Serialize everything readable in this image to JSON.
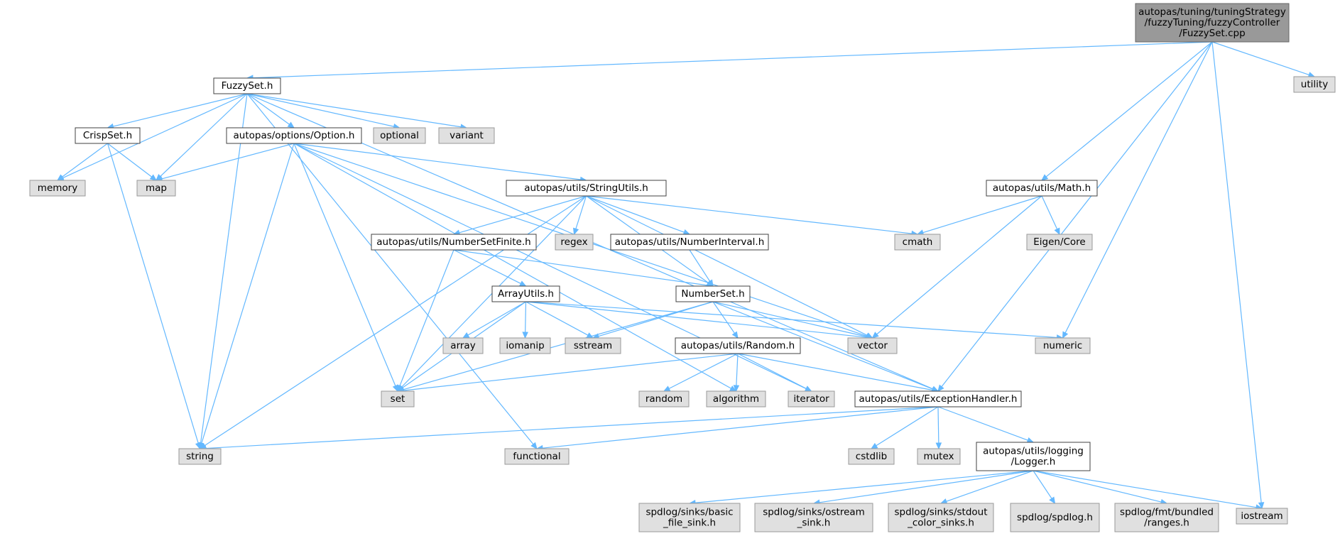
{
  "graph": {
    "title": "autopas/tuning/tuningStrategy/fuzzyTuning/fuzzyController/FuzzySet.cpp include dependency graph",
    "colors": {
      "edge": "#63b8ff",
      "root_fill": "#999999",
      "local_fill": "#ffffff",
      "system_fill": "#e0e0e0"
    },
    "nodes": [
      {
        "id": "root",
        "kind": "root",
        "lines": [
          "autopas/tuning/tuningStrategy",
          "/fuzzyTuning/fuzzyController",
          "/FuzzySet.cpp"
        ]
      },
      {
        "id": "fuzzyset_h",
        "kind": "local",
        "lines": [
          "FuzzySet.h"
        ]
      },
      {
        "id": "utility",
        "kind": "system",
        "lines": [
          "utility"
        ]
      },
      {
        "id": "crispset_h",
        "kind": "local",
        "lines": [
          "CrispSet.h"
        ]
      },
      {
        "id": "option_h",
        "kind": "local",
        "lines": [
          "autopas/options/Option.h"
        ]
      },
      {
        "id": "optional",
        "kind": "system",
        "lines": [
          "optional"
        ]
      },
      {
        "id": "variant",
        "kind": "system",
        "lines": [
          "variant"
        ]
      },
      {
        "id": "memory",
        "kind": "system",
        "lines": [
          "memory"
        ]
      },
      {
        "id": "map",
        "kind": "system",
        "lines": [
          "map"
        ]
      },
      {
        "id": "stringutils_h",
        "kind": "local",
        "lines": [
          "autopas/utils/StringUtils.h"
        ]
      },
      {
        "id": "math_h",
        "kind": "local",
        "lines": [
          "autopas/utils/Math.h"
        ]
      },
      {
        "id": "numbersetfinite_h",
        "kind": "local",
        "lines": [
          "autopas/utils/NumberSetFinite.h"
        ]
      },
      {
        "id": "regex",
        "kind": "system",
        "lines": [
          "regex"
        ]
      },
      {
        "id": "numberinterval_h",
        "kind": "local",
        "lines": [
          "autopas/utils/NumberInterval.h"
        ]
      },
      {
        "id": "cmath",
        "kind": "system",
        "lines": [
          "cmath"
        ]
      },
      {
        "id": "eigen",
        "kind": "system",
        "lines": [
          "Eigen/Core"
        ]
      },
      {
        "id": "arrayutils_h",
        "kind": "local",
        "lines": [
          "ArrayUtils.h"
        ]
      },
      {
        "id": "numberset_h",
        "kind": "local",
        "lines": [
          "NumberSet.h"
        ]
      },
      {
        "id": "array",
        "kind": "system",
        "lines": [
          "array"
        ]
      },
      {
        "id": "iomanip",
        "kind": "system",
        "lines": [
          "iomanip"
        ]
      },
      {
        "id": "sstream",
        "kind": "system",
        "lines": [
          "sstream"
        ]
      },
      {
        "id": "random_h",
        "kind": "local",
        "lines": [
          "autopas/utils/Random.h"
        ]
      },
      {
        "id": "vector",
        "kind": "system",
        "lines": [
          "vector"
        ]
      },
      {
        "id": "numeric",
        "kind": "system",
        "lines": [
          "numeric"
        ]
      },
      {
        "id": "set",
        "kind": "system",
        "lines": [
          "set"
        ]
      },
      {
        "id": "random",
        "kind": "system",
        "lines": [
          "random"
        ]
      },
      {
        "id": "algorithm",
        "kind": "system",
        "lines": [
          "algorithm"
        ]
      },
      {
        "id": "iterator",
        "kind": "system",
        "lines": [
          "iterator"
        ]
      },
      {
        "id": "exception_h",
        "kind": "local",
        "lines": [
          "autopas/utils/ExceptionHandler.h"
        ]
      },
      {
        "id": "string",
        "kind": "system",
        "lines": [
          "string"
        ]
      },
      {
        "id": "functional",
        "kind": "system",
        "lines": [
          "functional"
        ]
      },
      {
        "id": "cstdlib",
        "kind": "system",
        "lines": [
          "cstdlib"
        ]
      },
      {
        "id": "mutex",
        "kind": "system",
        "lines": [
          "mutex"
        ]
      },
      {
        "id": "logger_h",
        "kind": "local",
        "lines": [
          "autopas/utils/logging",
          "/Logger.h"
        ]
      },
      {
        "id": "basic_file_sink",
        "kind": "system",
        "lines": [
          "spdlog/sinks/basic",
          "_file_sink.h"
        ]
      },
      {
        "id": "ostream_sink",
        "kind": "system",
        "lines": [
          "spdlog/sinks/ostream",
          "_sink.h"
        ]
      },
      {
        "id": "stdout_color",
        "kind": "system",
        "lines": [
          "spdlog/sinks/stdout",
          "_color_sinks.h"
        ]
      },
      {
        "id": "spdlog_h",
        "kind": "system",
        "lines": [
          "spdlog/spdlog.h"
        ]
      },
      {
        "id": "fmt_ranges",
        "kind": "system",
        "lines": [
          "spdlog/fmt/bundled",
          "/ranges.h"
        ]
      },
      {
        "id": "iostream",
        "kind": "system",
        "lines": [
          "iostream"
        ]
      }
    ],
    "edges": [
      [
        "root",
        "fuzzyset_h"
      ],
      [
        "root",
        "utility"
      ],
      [
        "root",
        "math_h"
      ],
      [
        "root",
        "numeric"
      ],
      [
        "root",
        "exception_h"
      ],
      [
        "root",
        "iostream"
      ],
      [
        "fuzzyset_h",
        "crispset_h"
      ],
      [
        "fuzzyset_h",
        "option_h"
      ],
      [
        "fuzzyset_h",
        "optional"
      ],
      [
        "fuzzyset_h",
        "variant"
      ],
      [
        "fuzzyset_h",
        "memory"
      ],
      [
        "fuzzyset_h",
        "map"
      ],
      [
        "fuzzyset_h",
        "string"
      ],
      [
        "fuzzyset_h",
        "functional"
      ],
      [
        "fuzzyset_h",
        "exception_h"
      ],
      [
        "crispset_h",
        "memory"
      ],
      [
        "crispset_h",
        "map"
      ],
      [
        "crispset_h",
        "string"
      ],
      [
        "option_h",
        "map"
      ],
      [
        "option_h",
        "stringutils_h"
      ],
      [
        "option_h",
        "set"
      ],
      [
        "option_h",
        "string"
      ],
      [
        "option_h",
        "vector"
      ],
      [
        "option_h",
        "algorithm"
      ],
      [
        "option_h",
        "iterator"
      ],
      [
        "stringutils_h",
        "numbersetfinite_h"
      ],
      [
        "stringutils_h",
        "regex"
      ],
      [
        "stringutils_h",
        "numberinterval_h"
      ],
      [
        "stringutils_h",
        "cmath"
      ],
      [
        "stringutils_h",
        "numberset_h"
      ],
      [
        "stringutils_h",
        "vector"
      ],
      [
        "stringutils_h",
        "set"
      ],
      [
        "stringutils_h",
        "string"
      ],
      [
        "math_h",
        "cmath"
      ],
      [
        "math_h",
        "eigen"
      ],
      [
        "math_h",
        "vector"
      ],
      [
        "numbersetfinite_h",
        "arrayutils_h"
      ],
      [
        "numbersetfinite_h",
        "numberset_h"
      ],
      [
        "numbersetfinite_h",
        "set"
      ],
      [
        "numberinterval_h",
        "numberset_h"
      ],
      [
        "arrayutils_h",
        "array"
      ],
      [
        "arrayutils_h",
        "iomanip"
      ],
      [
        "arrayutils_h",
        "sstream"
      ],
      [
        "arrayutils_h",
        "vector"
      ],
      [
        "arrayutils_h",
        "numeric"
      ],
      [
        "arrayutils_h",
        "set"
      ],
      [
        "numberset_h",
        "sstream"
      ],
      [
        "numberset_h",
        "random_h"
      ],
      [
        "numberset_h",
        "vector"
      ],
      [
        "numberset_h",
        "set"
      ],
      [
        "numberset_h",
        "exception_h"
      ],
      [
        "random_h",
        "random"
      ],
      [
        "random_h",
        "algorithm"
      ],
      [
        "random_h",
        "iterator"
      ],
      [
        "random_h",
        "set"
      ],
      [
        "random_h",
        "exception_h"
      ],
      [
        "exception_h",
        "string"
      ],
      [
        "exception_h",
        "functional"
      ],
      [
        "exception_h",
        "cstdlib"
      ],
      [
        "exception_h",
        "mutex"
      ],
      [
        "exception_h",
        "logger_h"
      ],
      [
        "logger_h",
        "basic_file_sink"
      ],
      [
        "logger_h",
        "ostream_sink"
      ],
      [
        "logger_h",
        "stdout_color"
      ],
      [
        "logger_h",
        "spdlog_h"
      ],
      [
        "logger_h",
        "fmt_ranges"
      ],
      [
        "logger_h",
        "iostream"
      ]
    ]
  }
}
